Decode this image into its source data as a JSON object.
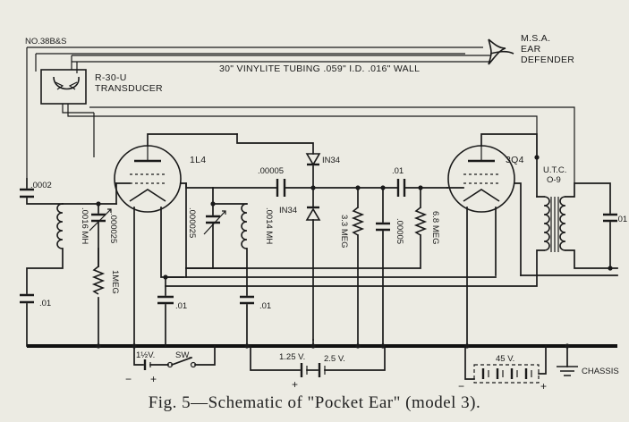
{
  "labels": {
    "wire_gauge": "NO.38B&S",
    "tubing": "30\" VINYLITE TUBING .059\" I.D. .016\" WALL",
    "ear_defender": [
      "M.S.A.",
      "EAR",
      "DEFENDER"
    ],
    "transducer": [
      "R-30-U",
      "TRANSDUCER"
    ],
    "tube1": "1L4",
    "tube2": "3Q4",
    "cap_in": ".0002",
    "coil1": ".0016 MH",
    "tune1": ".000025",
    "res1": "1MEG",
    "cap_low1": ".01",
    "cap_low2": ".01",
    "cap_couple1": ".00005",
    "tune2": ".000025",
    "coil2": ".0014 MH",
    "cap_low3": ".01",
    "diode1": "IN34",
    "diode2": "IN34",
    "res2": "3.3 MEG",
    "cap_couple2": ".01",
    "cap_det": ".00005",
    "res3": "6.8 MEG",
    "transformer": [
      "U.T.C.",
      "O-9"
    ],
    "cap_out": ".01",
    "bat_a": "1½V.",
    "switch": "SW.",
    "bat_b1": "1.25 V.",
    "bat_b2": "2.5 V.",
    "bat_c": "45 V.",
    "chassis": "CHASSIS",
    "minus_a": "−",
    "plus_a": "+",
    "plus_b": "+",
    "minus_c": "−",
    "plus_c": "+"
  },
  "caption": "Fig. 5—Schematic of \"Pocket Ear\" (model 3)."
}
